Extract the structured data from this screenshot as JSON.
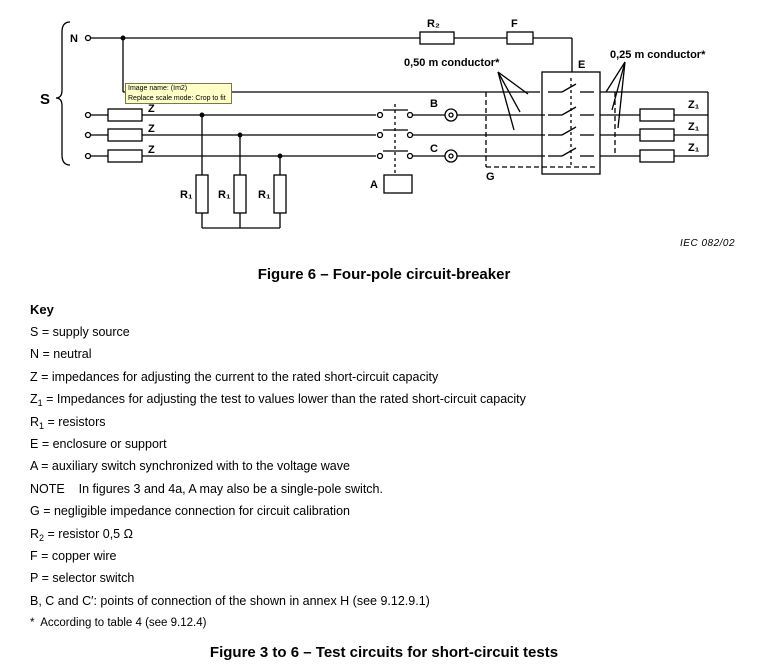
{
  "diagram": {
    "labels": {
      "N": "N",
      "S": "S",
      "R2": "R₂",
      "F": "F",
      "conductor_050": "0,50 m conductor*",
      "conductor_025": "0,25 m conductor*",
      "E": "E",
      "B": "B",
      "C": "C",
      "G": "G",
      "A": "A",
      "Z": "Z",
      "Z1": "Z₁",
      "R1": "R₁"
    },
    "iec_ref": "IEC   082/02"
  },
  "tooltip": {
    "line1": "Image name: (Im2)",
    "line2": "Replace scale mode: Crop to fit"
  },
  "figure_caption": "Figure 6 – Four-pole circuit-breaker",
  "key": {
    "heading": "Key",
    "items": [
      {
        "sym": "S",
        "sub": "",
        "text": " = supply source"
      },
      {
        "sym": "N",
        "sub": "",
        "text": " = neutral"
      },
      {
        "sym": "Z",
        "sub": "",
        "text": " = impedances for adjusting the current to the rated short-circuit capacity"
      },
      {
        "sym": "Z",
        "sub": "1",
        "text": " = Impedances for adjusting the test to values lower than the rated short-circuit capacity"
      },
      {
        "sym": "R",
        "sub": "1",
        "text": " = resistors"
      },
      {
        "sym": "E",
        "sub": "",
        "text": " = enclosure or support"
      },
      {
        "sym": "A",
        "sub": "",
        "text": " = auxiliary switch synchronized with to the voltage wave"
      },
      {
        "sym": "NOTE",
        "sub": "",
        "text": "    In figures 3 and 4a, A may also be a single-pole switch."
      },
      {
        "sym": "G",
        "sub": "",
        "text": " = negligible impedance connection for circuit calibration"
      },
      {
        "sym": "R",
        "sub": "2",
        "text": " = resistor 0,5 Ω"
      },
      {
        "sym": "F",
        "sub": "",
        "text": " = copper wire"
      },
      {
        "sym": "P",
        "sub": "",
        "text": " = selector switch"
      },
      {
        "sym": "B, C and C′",
        "sub": "",
        "text": ": points of connection of the shown in annex H (see 9.12.9.1)"
      },
      {
        "sym": "*",
        "sub": "",
        "text": "  According to table 4 (see 9.12.4)"
      }
    ]
  },
  "bottom_caption": "Figure 3 to 6 – Test circuits for short-circuit tests"
}
